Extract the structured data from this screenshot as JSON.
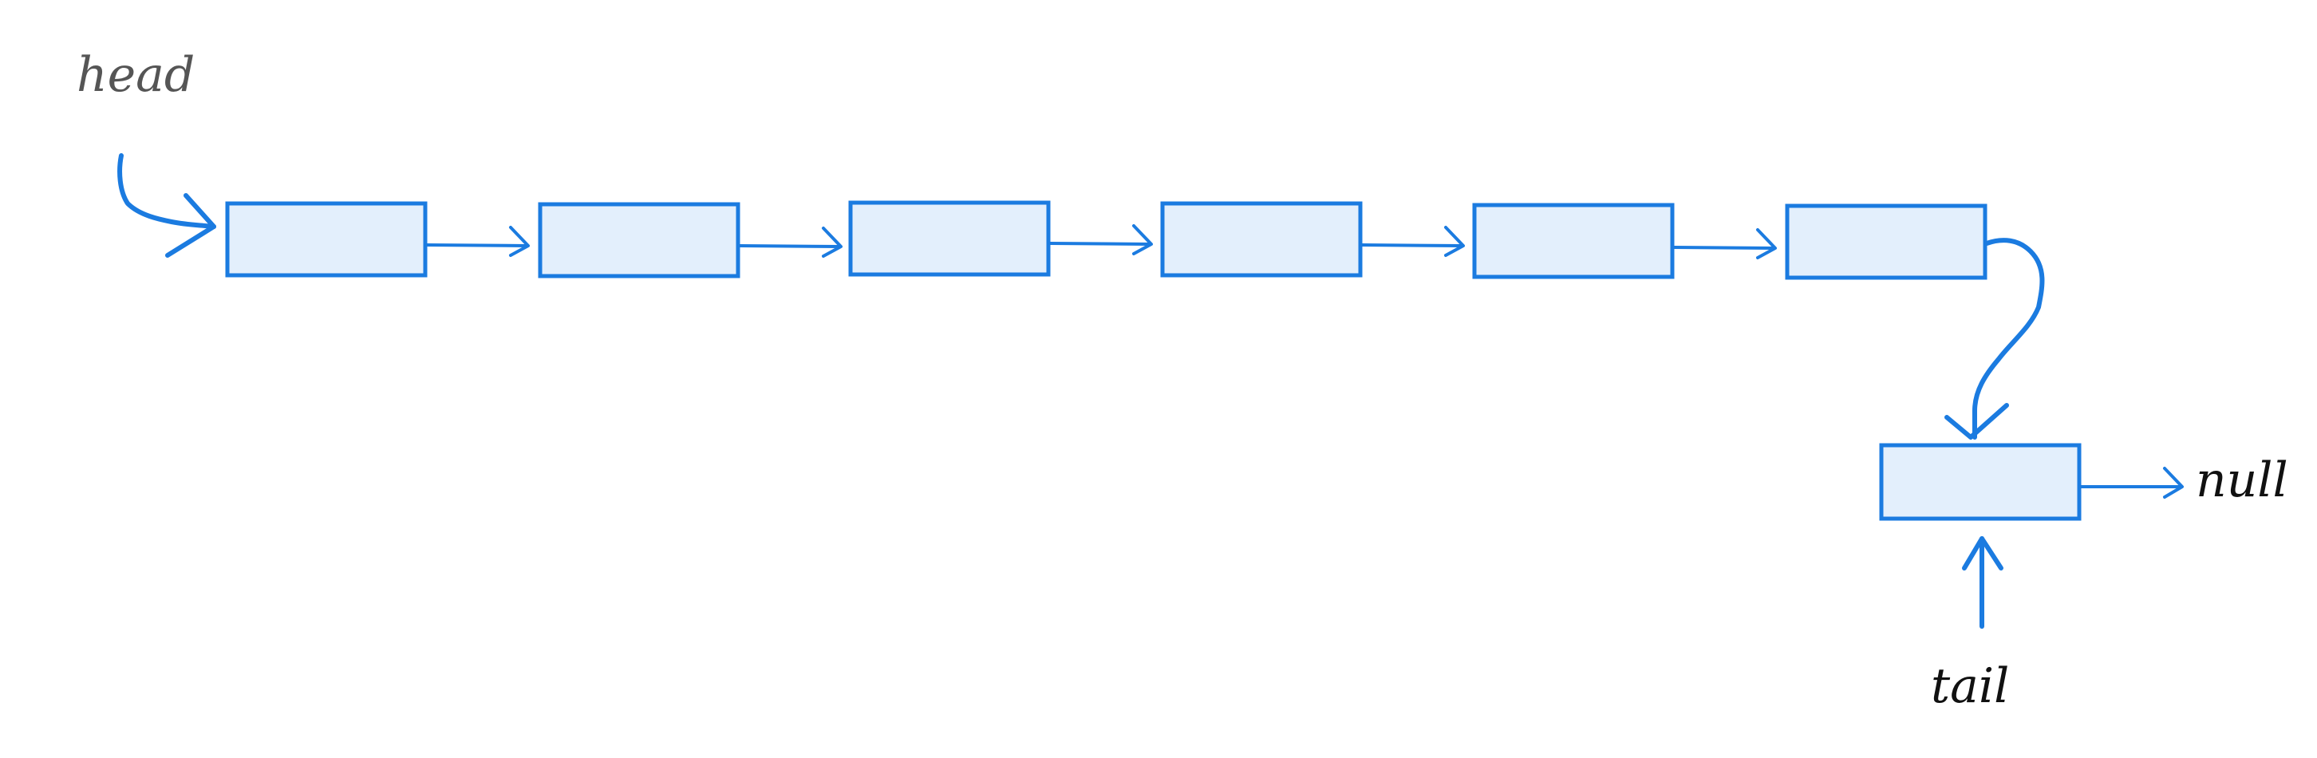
{
  "labels": {
    "head": "head",
    "tail": "tail",
    "null": "null"
  },
  "colors": {
    "node_fill": "#e3effc",
    "stroke": "#1b7be0",
    "head_text": "#555555",
    "text": "#111111"
  },
  "nodes": [
    {
      "role": "list-node"
    },
    {
      "role": "list-node"
    },
    {
      "role": "list-node"
    },
    {
      "role": "list-node"
    },
    {
      "role": "list-node"
    },
    {
      "role": "list-node"
    },
    {
      "role": "tail-node"
    }
  ]
}
